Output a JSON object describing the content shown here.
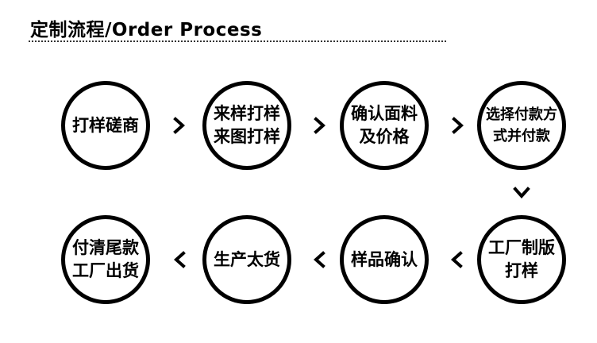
{
  "header": {
    "title": "定制流程/Order Process"
  },
  "steps": [
    {
      "label": "打样磋商"
    },
    {
      "label": "来样打样\n来图打样"
    },
    {
      "label": "确认面料\n及价格"
    },
    {
      "label": "选择付款方\n式并付款"
    },
    {
      "label": "工厂制版\n打样"
    },
    {
      "label": "样品确认"
    },
    {
      "label": "生产太货"
    },
    {
      "label": "付清尾款\n工厂出货"
    }
  ],
  "icons": {
    "right": "chevron-right-icon",
    "down": "chevron-down-icon",
    "left": "chevron-left-icon"
  },
  "colors": {
    "stroke": "#000000",
    "background": "#ffffff"
  }
}
